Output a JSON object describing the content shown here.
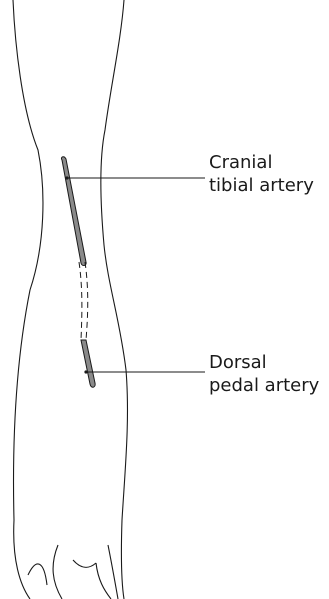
{
  "labels": {
    "cranial_tibial": {
      "line1": "Cranial",
      "line2": "tibial artery"
    },
    "dorsal_pedal": {
      "line1": "Dorsal",
      "line2": "pedal artery"
    }
  },
  "colors": {
    "outline": "#1a1a1a",
    "artery_fill": "#8a8a8a",
    "background": "#ffffff"
  }
}
